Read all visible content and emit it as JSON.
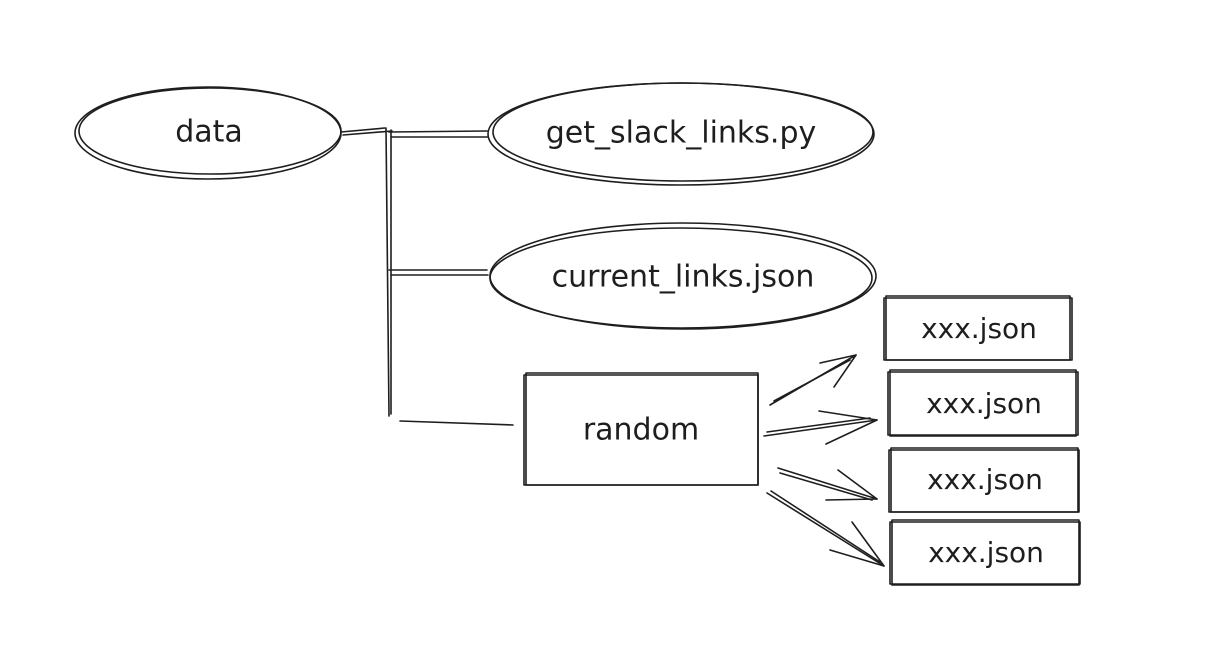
{
  "diagram": {
    "root": {
      "label": "data"
    },
    "children": [
      {
        "label": "get_slack_links.py"
      },
      {
        "label": "current_links.json"
      },
      {
        "label": "random"
      }
    ],
    "random_children": [
      {
        "label": "xxx.json"
      },
      {
        "label": "xxx.json"
      },
      {
        "label": "xxx.json"
      },
      {
        "label": "xxx.json"
      }
    ]
  }
}
